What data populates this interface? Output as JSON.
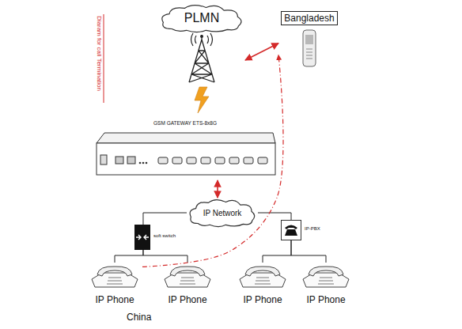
{
  "diagram": {
    "nodes": [
      {
        "text": [
          "PLMN"
        ]
      },
      {
        "text": [
          "Bangladesh"
        ]
      },
      {
        "text": [
          "GSM GATEWAY ETS-8x8G"
        ]
      },
      {
        "text": [
          "IP Network"
        ]
      },
      {
        "text": [
          "soft switch"
        ]
      },
      {
        "text": [
          "IP-PBX"
        ]
      },
      {
        "text": [
          "IP Phone"
        ]
      },
      {
        "text": [
          "IP Phone"
        ]
      },
      {
        "text": [
          "IP Phone"
        ]
      },
      {
        "text": [
          "IP Phone"
        ]
      }
    ],
    "edges": [
      {
        "from": 0,
        "to": 1,
        "arrow": "both"
      },
      {
        "from": 2,
        "to": 3,
        "arrow": "both"
      },
      {
        "from": 3,
        "to": 4,
        "arrow": "none"
      },
      {
        "from": 3,
        "to": 5,
        "arrow": "none"
      },
      {
        "from": 4,
        "to": 6,
        "arrow": "none"
      },
      {
        "from": 4,
        "to": 7,
        "arrow": "none"
      },
      {
        "from": 5,
        "to": 8,
        "arrow": "none"
      },
      {
        "from": 5,
        "to": 9,
        "arrow": "none"
      },
      {
        "from": 6,
        "to": 1,
        "arrow": "to"
      }
    ],
    "labels": [
      "Diaram for call Termination",
      "China"
    ]
  }
}
